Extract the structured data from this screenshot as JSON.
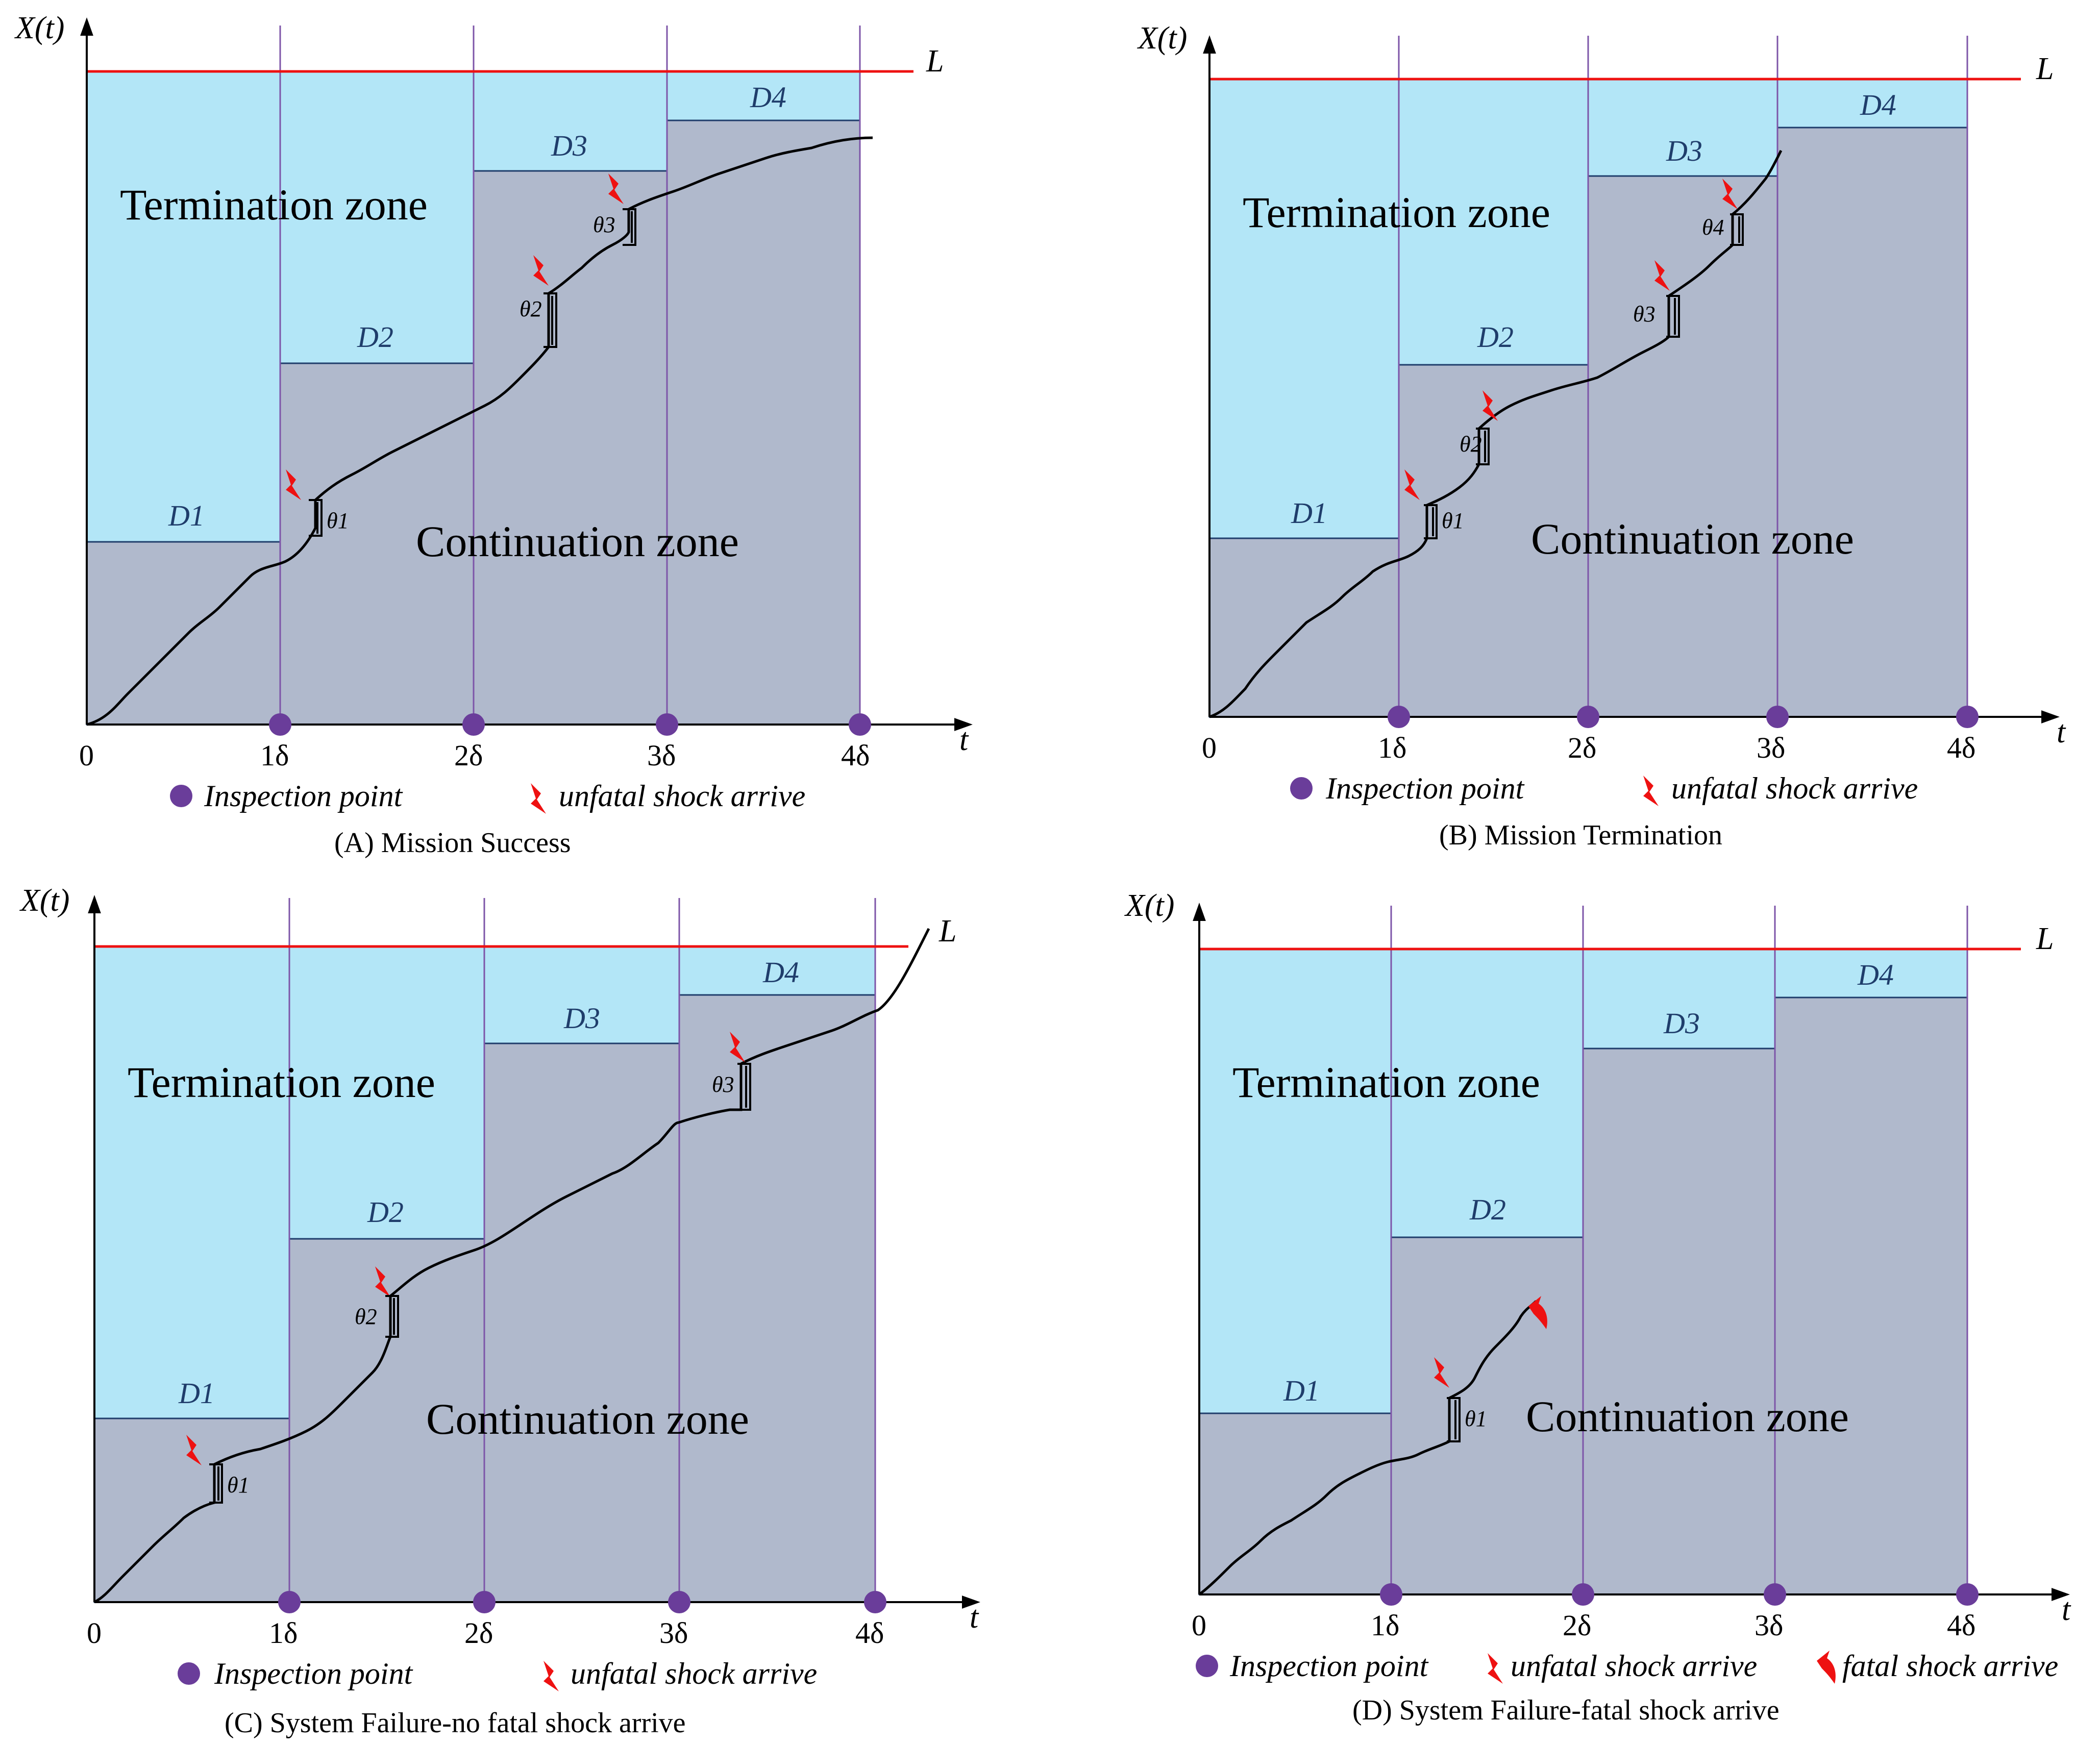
{
  "colors": {
    "termination": "#b3e6f7",
    "continuation": "#b0b9cc",
    "threshold": "#ee1111",
    "grid": "#7d55a8",
    "marker": "#6a3d9a",
    "shock": "#ee1111",
    "edge": "#1f3d6b"
  },
  "labels": {
    "y_axis": "X(t)",
    "x_axis": "t",
    "threshold": "L",
    "termination_zone": "Termination zone",
    "continuation_zone": "Continuation zone",
    "ticks": [
      "0",
      "1δ",
      "2δ",
      "3δ",
      "4δ"
    ],
    "inspection_point": "Inspection point",
    "unfatal_shock": "unfatal shock arrive",
    "fatal_shock": "fatal shock arrive"
  },
  "panels": [
    {
      "id": "A",
      "caption": "(A) Mission Success",
      "thresholds": [
        0.28,
        0.55,
        0.85,
        0.925
      ],
      "d_labels": [
        "D1",
        "D2",
        "D3",
        "D4"
      ],
      "jumps": [
        {
          "label": "θ1"
        },
        {
          "label": "θ2"
        },
        {
          "label": "θ3"
        }
      ],
      "fatal_shock": false
    },
    {
      "id": "B",
      "caption": "(B) Mission Termination",
      "thresholds": [
        0.28,
        0.55,
        0.845,
        0.92
      ],
      "d_labels": [
        "D1",
        "D2",
        "D3",
        "D4"
      ],
      "jumps": [
        {
          "label": "θ1"
        },
        {
          "label": "θ2"
        },
        {
          "label": "θ3"
        },
        {
          "label": "θ4"
        }
      ],
      "fatal_shock": false
    },
    {
      "id": "C",
      "caption": "(C) System Failure-no fatal shock arrive",
      "thresholds": [
        0.28,
        0.555,
        0.855,
        0.925
      ],
      "d_labels": [
        "D1",
        "D2",
        "D3",
        "D4"
      ],
      "jumps": [
        {
          "label": "θ1"
        },
        {
          "label": "θ2"
        },
        {
          "label": "θ3"
        }
      ],
      "fatal_shock": false
    },
    {
      "id": "D",
      "caption": "(D) System Failure-fatal shock arrive",
      "thresholds": [
        0.285,
        0.555,
        0.855,
        0.925
      ],
      "d_labels": [
        "D1",
        "D2",
        "D3",
        "D4"
      ],
      "jumps": [
        {
          "label": "θ1"
        }
      ],
      "fatal_shock": true
    }
  ]
}
